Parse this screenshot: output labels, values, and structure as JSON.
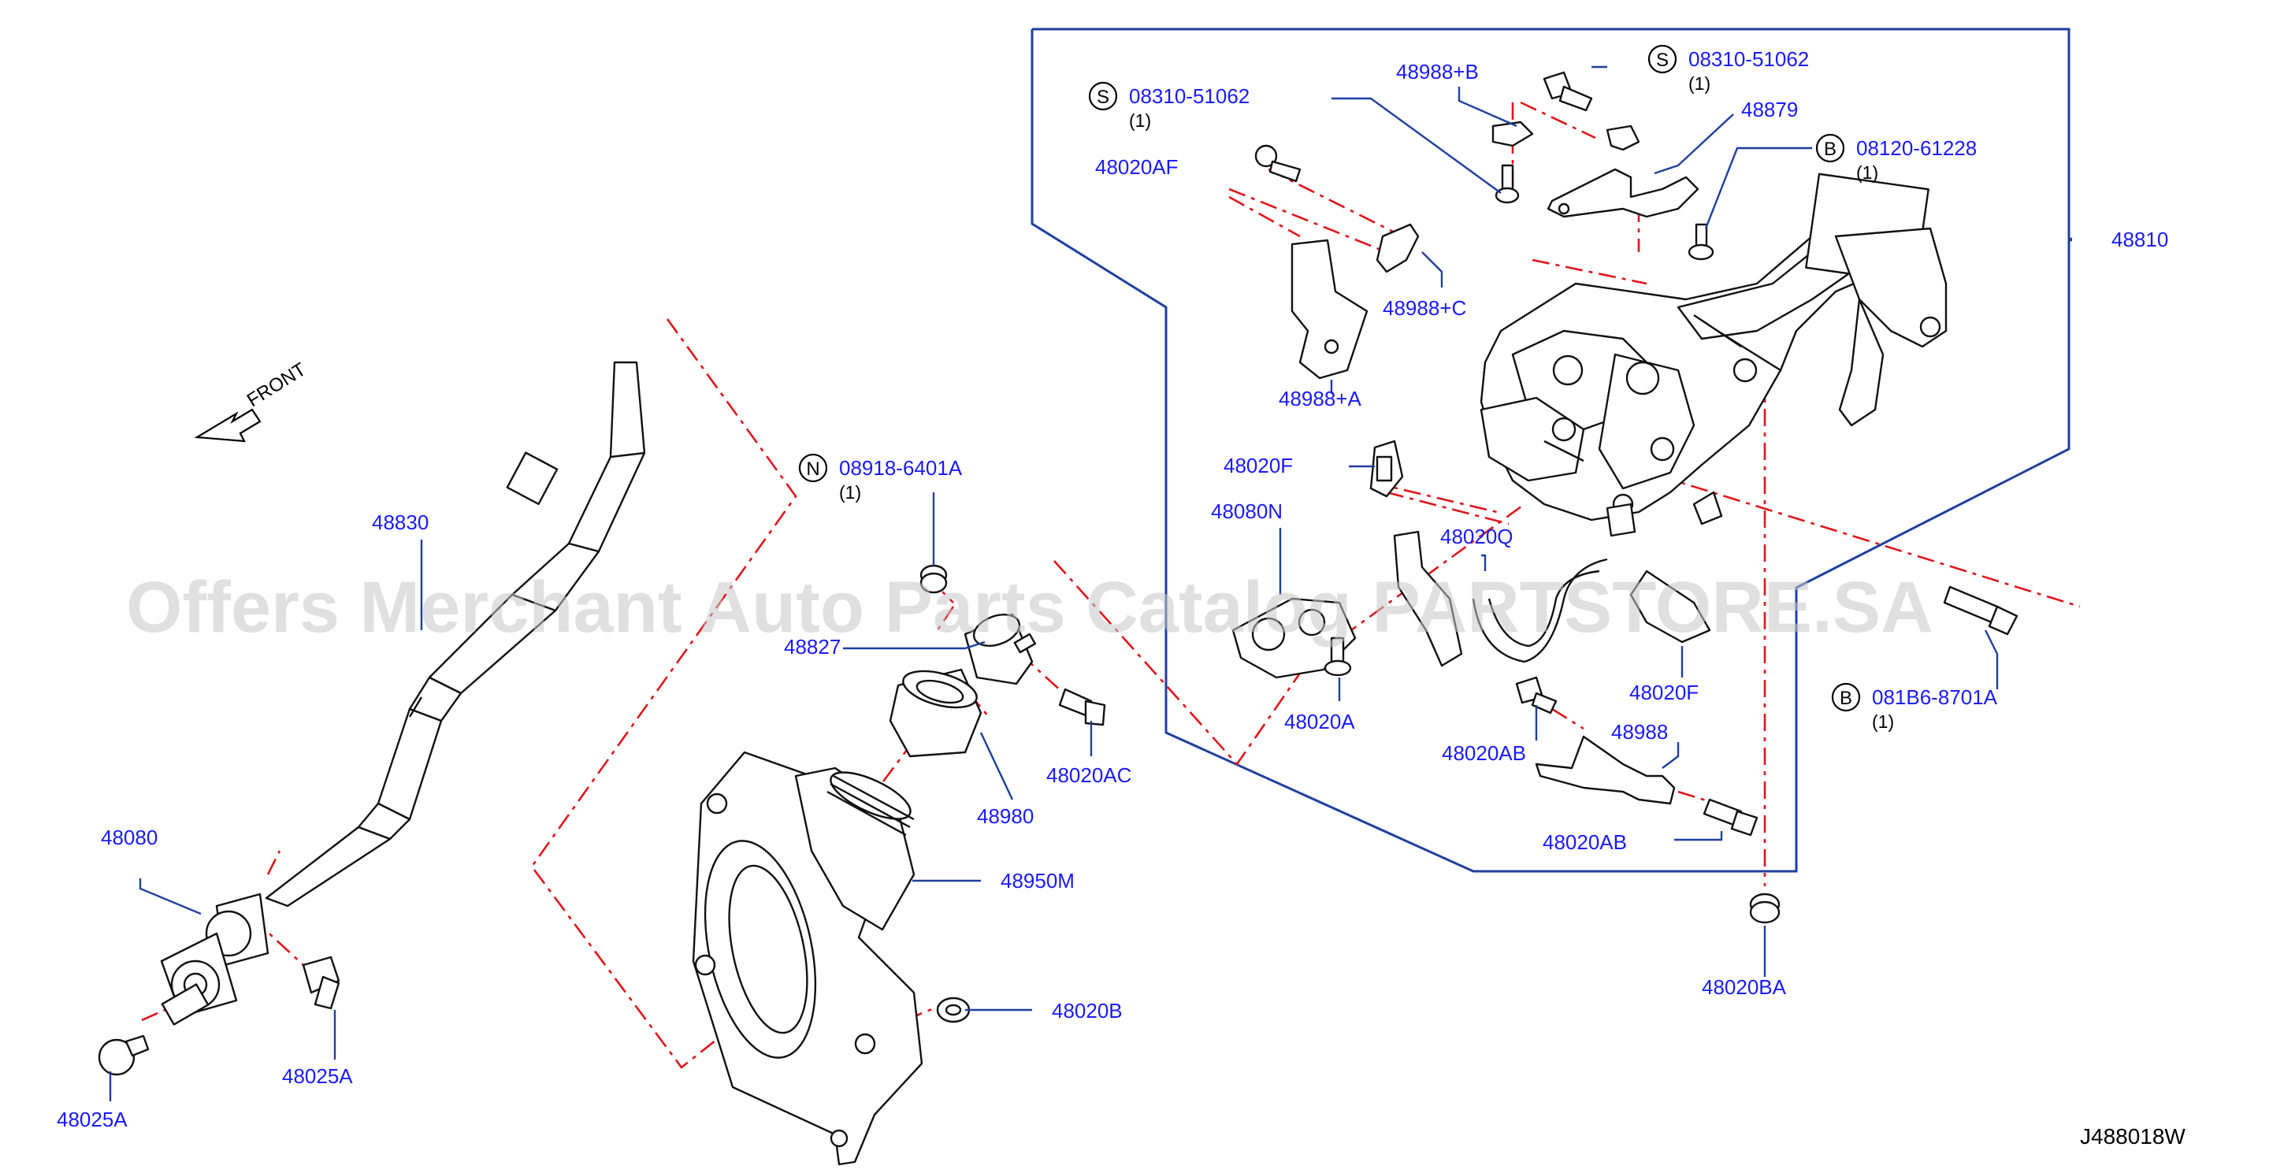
{
  "diagram": {
    "code": "J488018W",
    "front_label": "FRONT",
    "watermark": "Offers Merchant Auto Parts Catalog PARTSTORE.SA",
    "callouts": {
      "p48830": "48830",
      "p48080": "48080",
      "p48025a_upper": "48025A",
      "p48025a_lower": "48025A",
      "p48827": "48827",
      "p48980": "48980",
      "p48950m": "48950M",
      "p48020b": "48020B",
      "p48020ac": "48020AC",
      "p08918": "08918-6401A",
      "p08918_qty": "(1)",
      "p08918_sym": "N",
      "p08310_left": "08310-51062",
      "p08310_left_qty": "(1)",
      "p08310_left_sym": "S",
      "p08310_right": "08310-51062",
      "p08310_right_qty": "(1)",
      "p08310_right_sym": "S",
      "p48988b": "48988+B",
      "p48879": "48879",
      "p08120": "08120-61228",
      "p08120_qty": "(1)",
      "p08120_sym": "B",
      "p48020af": "48020AF",
      "p48988c": "48988+C",
      "p48988a_plus": "48988+A",
      "p48810": "48810",
      "p48020f_upper": "48020F",
      "p48080n": "48080N",
      "p48020q": "48020Q",
      "p48020a": "48020A",
      "p48020f_lower": "48020F",
      "p081b6": "081B6-8701A",
      "p081b6_qty": "(1)",
      "p081b6_sym": "B",
      "p48020ab_upper": "48020AB",
      "p48988": "48988",
      "p48020ab_lower": "48020AB",
      "p48020ba": "48020BA"
    }
  },
  "colors": {
    "label": "#1a1aff",
    "leader": "#1f3f9f",
    "centerline": "#e0161b",
    "part": "#111111"
  }
}
